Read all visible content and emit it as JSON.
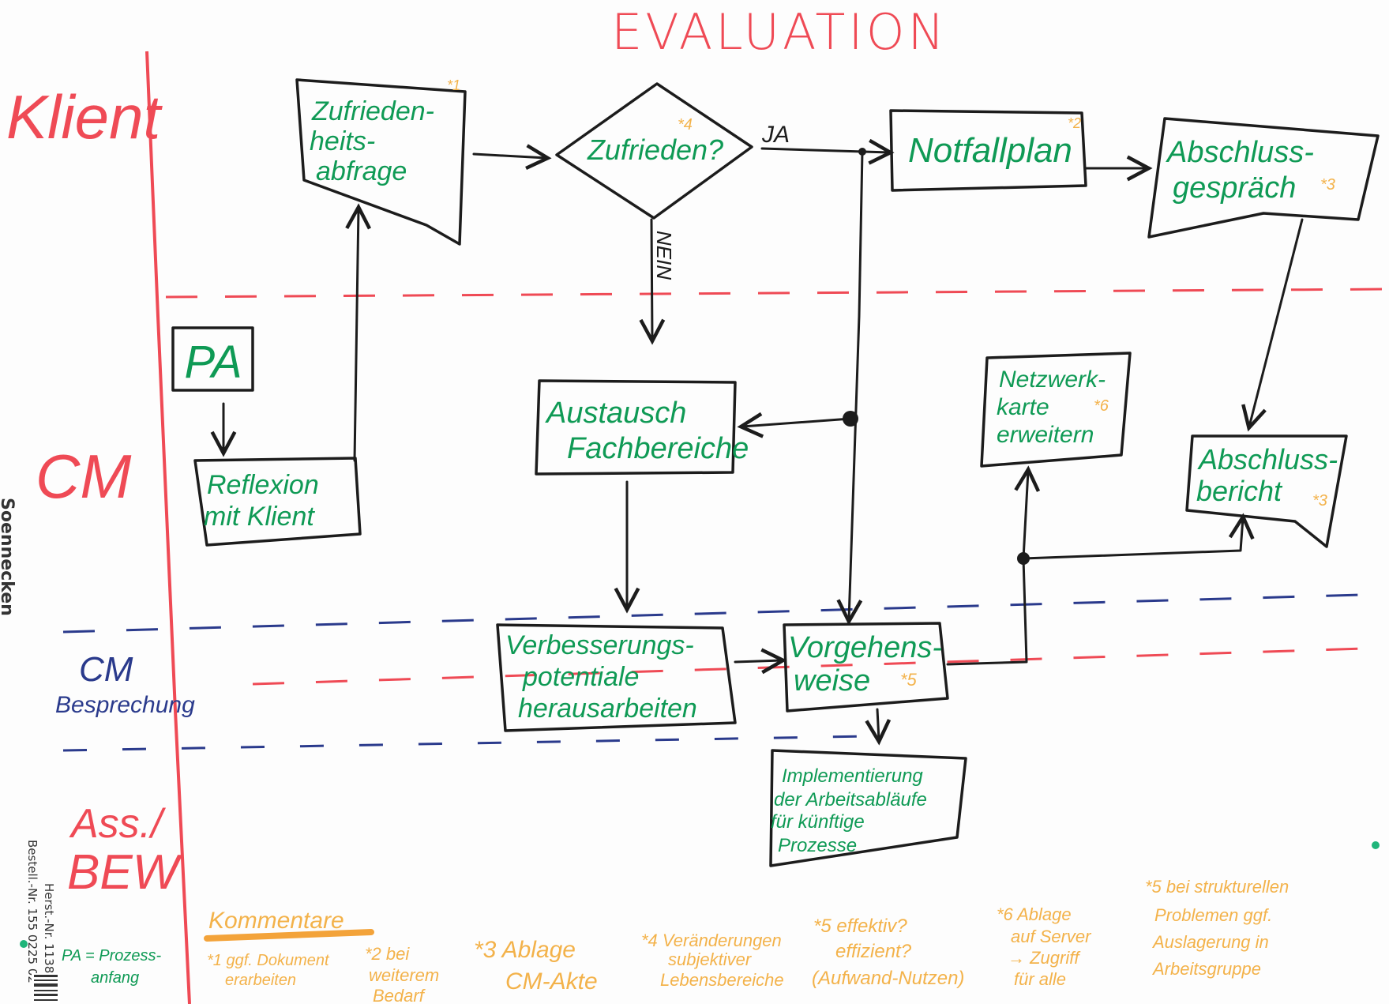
{
  "title": "EVALUATION",
  "lanes": {
    "klient": "Klient",
    "cm": "CM",
    "cm_besprechung_1": "CM",
    "cm_besprechung_2": "Besprechung",
    "ass_bew_1": "Ass./",
    "ass_bew_2": "BEW"
  },
  "nodes": {
    "pa": "PA",
    "reflexion": [
      "Reflexion",
      "mit Klient"
    ],
    "zufriedenheitsabfrage": [
      "Zufrieden-",
      "heits-",
      "abfrage"
    ],
    "zufrieden": "Zufrieden?",
    "notfallplan": "Notfallplan",
    "abschlussgespraech": [
      "Abschluss-",
      "gespräch"
    ],
    "austausch": [
      "Austausch",
      "Fachbereiche"
    ],
    "netzwerkkarte": [
      "Netzwerk-",
      "karte",
      "erweitern"
    ],
    "abschlussbericht": [
      "Abschluss-",
      "bericht"
    ],
    "verbesserung": [
      "Verbesserungs-",
      "potentiale",
      "herausarbeiten"
    ],
    "vorgehensweise": [
      "Vorgehens-",
      "weise"
    ],
    "implementierung": [
      "Implementierung",
      "der Arbeitsabläufe",
      "für künftige",
      "Prozesse"
    ]
  },
  "markers": {
    "zufriedenheitsabfrage": "*1",
    "zufrieden": "*4",
    "notfallplan": "*2",
    "abschlussgespraech": "*3",
    "netzwerkkarte": "*6",
    "abschlussbericht": "*3",
    "vorgehensweise": "*5"
  },
  "edges": {
    "ja": "JA",
    "nein": "NEIN"
  },
  "legend": {
    "pa": [
      "PA = Prozess-",
      "anfang"
    ]
  },
  "comments": {
    "heading": "Kommentare",
    "items": [
      [
        "*1 ggf. Dokument",
        "erarbeiten"
      ],
      [
        "*2 bei",
        "weiterem",
        "Bedarf"
      ],
      [
        "*3 Ablage",
        "CM-Akte"
      ],
      [
        "*4 Veränderungen",
        "subjektiver",
        "Lebensbereiche"
      ],
      [
        "*5 effektiv?",
        "effizient?",
        "(Aufwand-Nutzen)"
      ],
      [
        "*6 Ablage",
        "auf Server",
        "→ Zugriff",
        "für alle"
      ],
      [
        "*5 bei strukturellen",
        "Problemen ggf.",
        "Auslagerung in",
        "Arbeitsgruppe"
      ]
    ]
  },
  "brand": {
    "name": "Soennecken",
    "herst": "Herst.-Nr. 1138",
    "bestell": "Bestell.-Nr. 155 0225 02"
  },
  "colors": {
    "red": "#ef4a55",
    "green": "#0f9a55",
    "orange": "#f3b24a",
    "blue": "#2a3a8c",
    "ink": "#1c1c1c"
  }
}
